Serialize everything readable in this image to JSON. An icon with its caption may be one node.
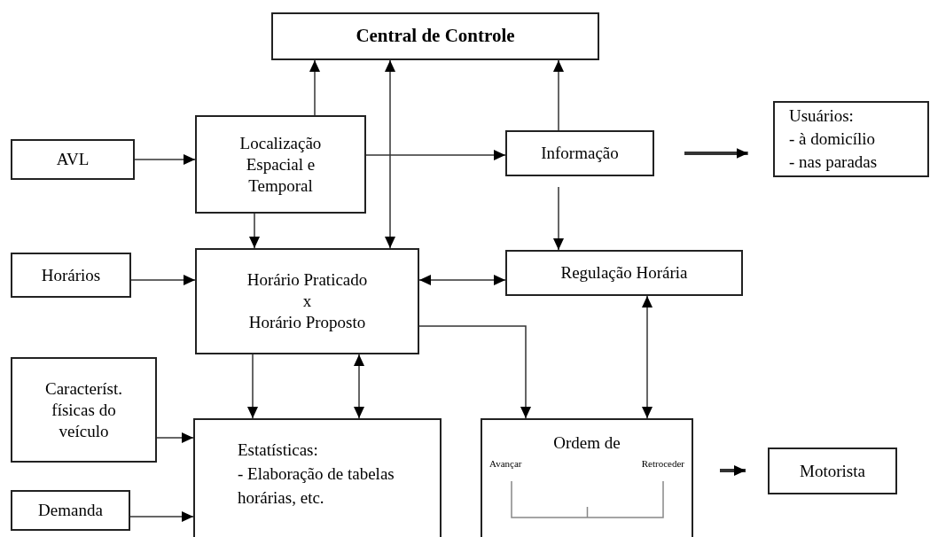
{
  "diagram": {
    "nodes": [
      {
        "text": [
          "Central de Controle"
        ]
      },
      {
        "text": [
          "AVL"
        ]
      },
      {
        "text": [
          "Localização Espacial e Temporal"
        ]
      },
      {
        "text": [
          "Informação"
        ]
      },
      {
        "text": [
          "Usuários:",
          "- à domicílio",
          "- nas paradas"
        ]
      },
      {
        "text": [
          "Horários"
        ]
      },
      {
        "text": [
          "Horário Praticado",
          "x",
          "Horário Proposto"
        ]
      },
      {
        "text": [
          "Regulação Horária"
        ]
      },
      {
        "text": [
          "Característ. físicas do veículo"
        ]
      },
      {
        "text": [
          "Estatísticas:",
          "- Elaboração de tabelas horárias, etc."
        ]
      },
      {
        "text": [
          "Ordem de",
          "Avançar",
          "Retroceder"
        ]
      },
      {
        "text": [
          "Motorista"
        ]
      },
      {
        "text": [
          "Demanda"
        ]
      }
    ],
    "edges": [
      {
        "from": 1,
        "to": 2,
        "arrow": "to"
      },
      {
        "from": 2,
        "to": 0,
        "arrow": "to"
      },
      {
        "from": 0,
        "to": 6,
        "arrow": "both"
      },
      {
        "from": 2,
        "to": 3,
        "arrow": "to"
      },
      {
        "from": 3,
        "to": 0,
        "arrow": "to"
      },
      {
        "from": 3,
        "to": 4,
        "arrow": "to",
        "style": "thick"
      },
      {
        "from": 3,
        "to": 7,
        "arrow": "to"
      },
      {
        "from": 2,
        "to": 6,
        "arrow": "to"
      },
      {
        "from": 5,
        "to": 6,
        "arrow": "to"
      },
      {
        "from": 6,
        "to": 7,
        "arrow": "both"
      },
      {
        "from": 6,
        "to": 10,
        "arrow": "to"
      },
      {
        "from": 7,
        "to": 10,
        "arrow": "both"
      },
      {
        "from": 6,
        "to": 9,
        "arrow": "to"
      },
      {
        "from": 6,
        "to": 9,
        "arrow": "both"
      },
      {
        "from": 8,
        "to": 9,
        "arrow": "to"
      },
      {
        "from": 12,
        "to": 9,
        "arrow": "to"
      },
      {
        "from": 10,
        "to": 11,
        "arrow": "to",
        "style": "thick"
      }
    ]
  }
}
